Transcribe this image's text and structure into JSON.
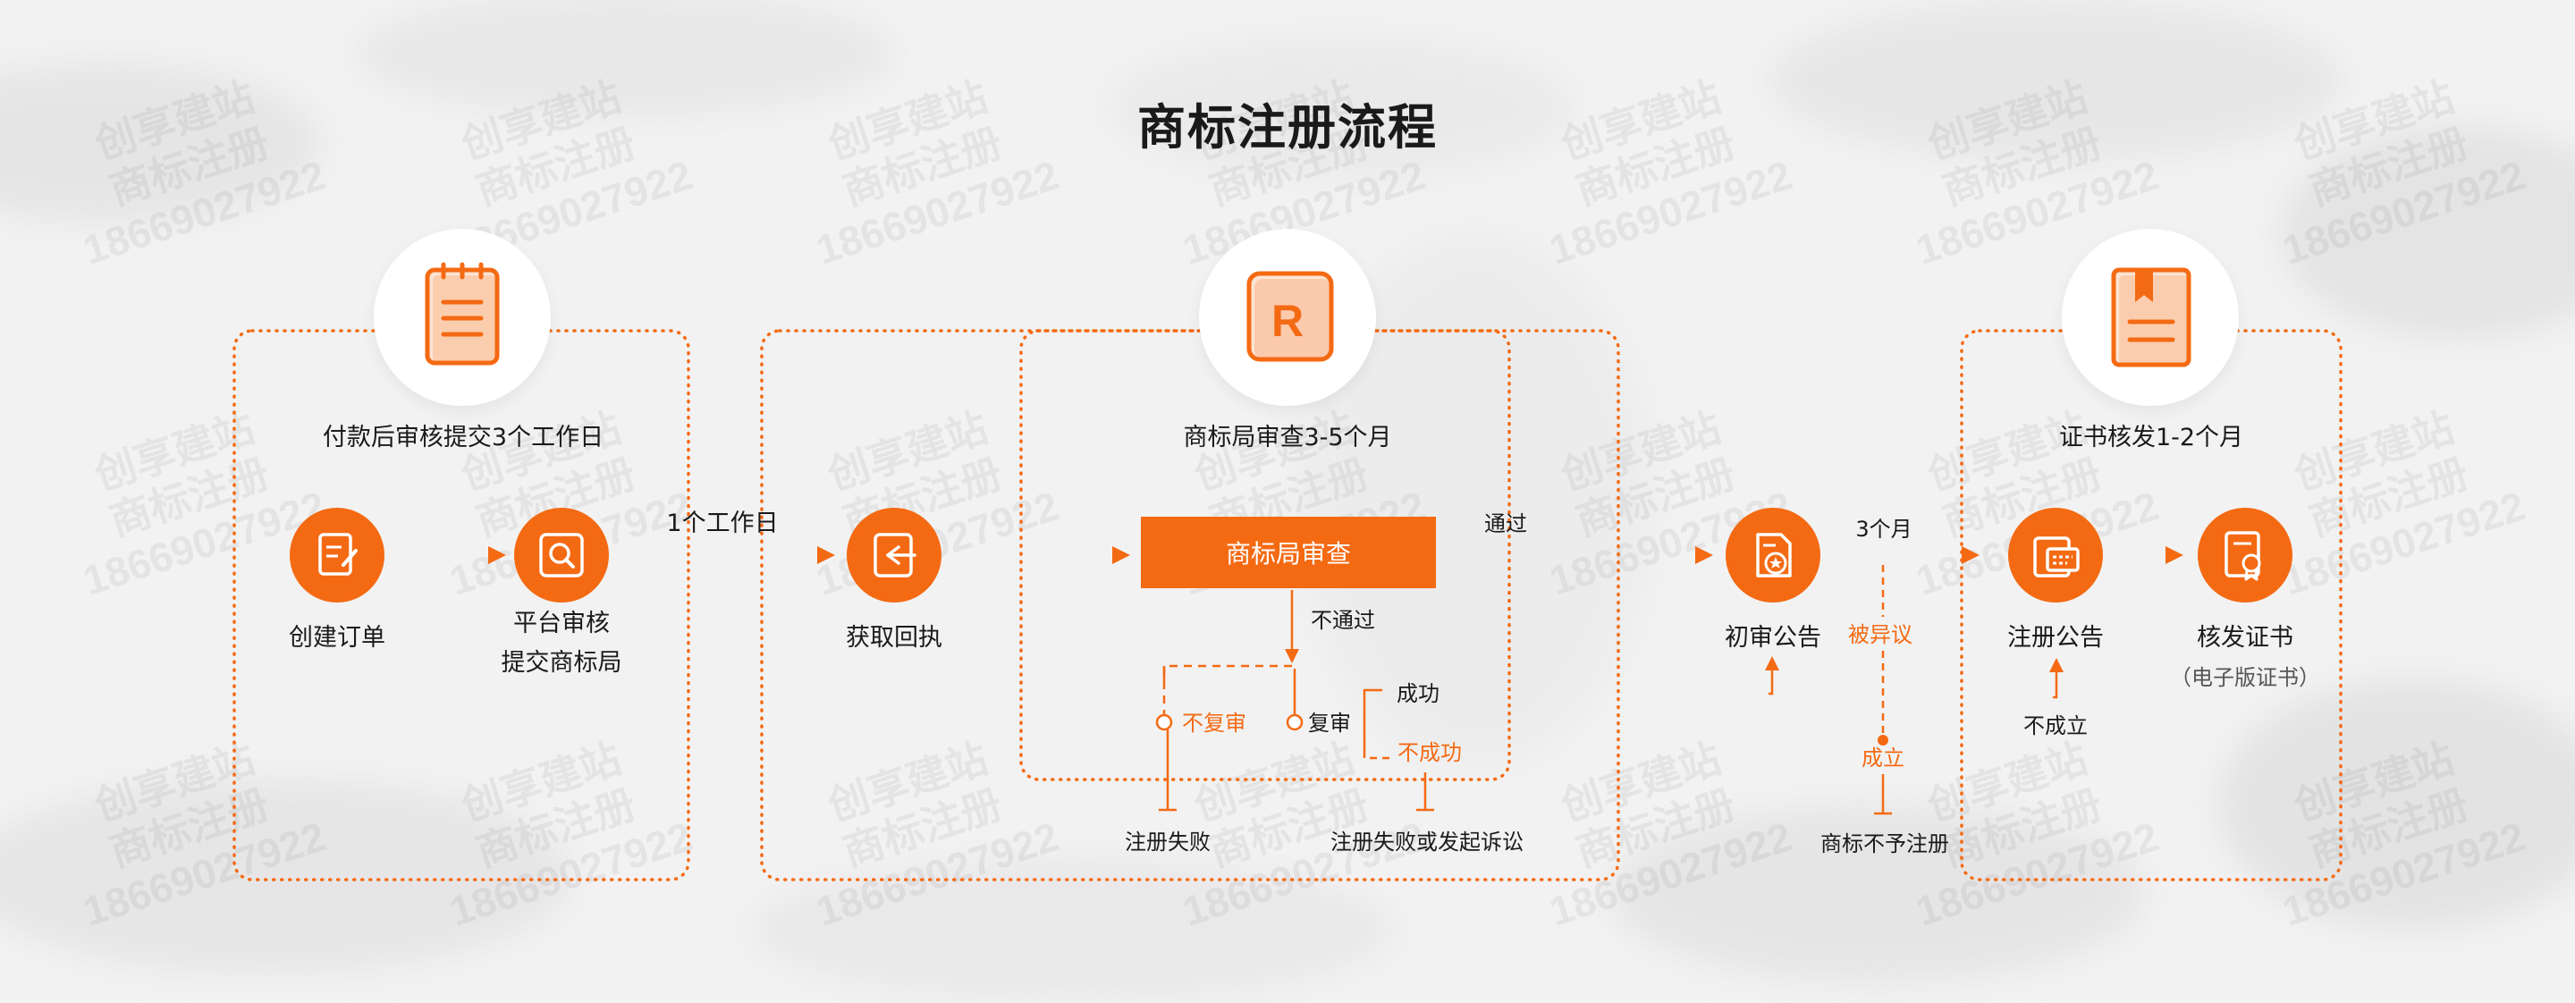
{
  "title": "商标注册流程",
  "watermark": {
    "line1": "创享建站",
    "line2": "商标注册",
    "line3": "18669027922"
  },
  "icons": {
    "top": [
      "notepad-icon",
      "registered-r-icon",
      "certificate-book-icon"
    ],
    "steps": [
      "order-edit-icon",
      "magnifier-search-icon",
      "receipt-return-icon",
      "badge-document-icon",
      "announcement-card-icon",
      "award-certificate-icon"
    ]
  },
  "phases": {
    "submit": "付款后审核提交3个工作日",
    "review": "商标局审查3-5个月",
    "certificate": "证书核发1-2个月"
  },
  "steps": {
    "create_order": "创建订单",
    "platform_review_1": "平台审核",
    "platform_review_2": "提交商标局",
    "receipt": "获取回执",
    "bureau_review": "商标局审查",
    "preliminary": "初审公告",
    "registration": "注册公告",
    "issue_cert": "核发证书",
    "issue_cert_note": "（电子版证书）"
  },
  "labels": {
    "one_day": "1个工作日",
    "passed": "通过",
    "not_passed": "不通过",
    "no_re_review": "不复审",
    "re_review": "复审",
    "success": "成功",
    "fail": "不成功",
    "reg_fail": "注册失败",
    "reg_fail_lawsuit": "注册失败或发起诉讼",
    "three_months": "3个月",
    "objection": "被异议",
    "established": "成立",
    "not_established": "不成立",
    "not_registered": "商标不予注册"
  },
  "colors": {
    "accent": "#f46a13",
    "text": "#1a1a1a",
    "background": "#f1f1f1"
  }
}
